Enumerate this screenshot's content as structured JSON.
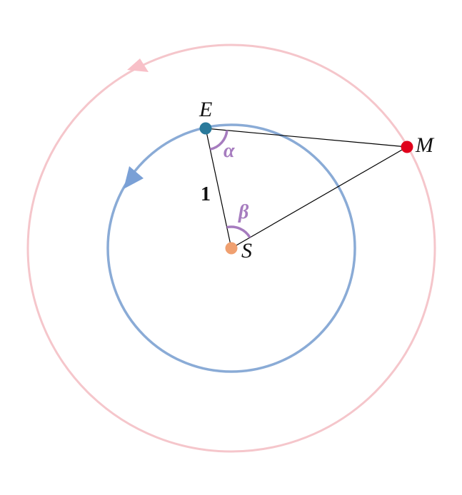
{
  "labels": {
    "earth": "E",
    "mars": "M",
    "sun": "S",
    "alpha": "α",
    "beta": "β",
    "radius": "1"
  },
  "colors": {
    "outer_orbit": "#f5c6cb",
    "outer_arrow": "#f8c0c8",
    "inner_orbit": "#8aabd6",
    "inner_arrow": "#7aa0d6",
    "earth": "#2a7a9b",
    "mars": "#e0001b",
    "sun": "#f0a070",
    "angle": "#a67cbf",
    "lines": "#000000"
  }
}
